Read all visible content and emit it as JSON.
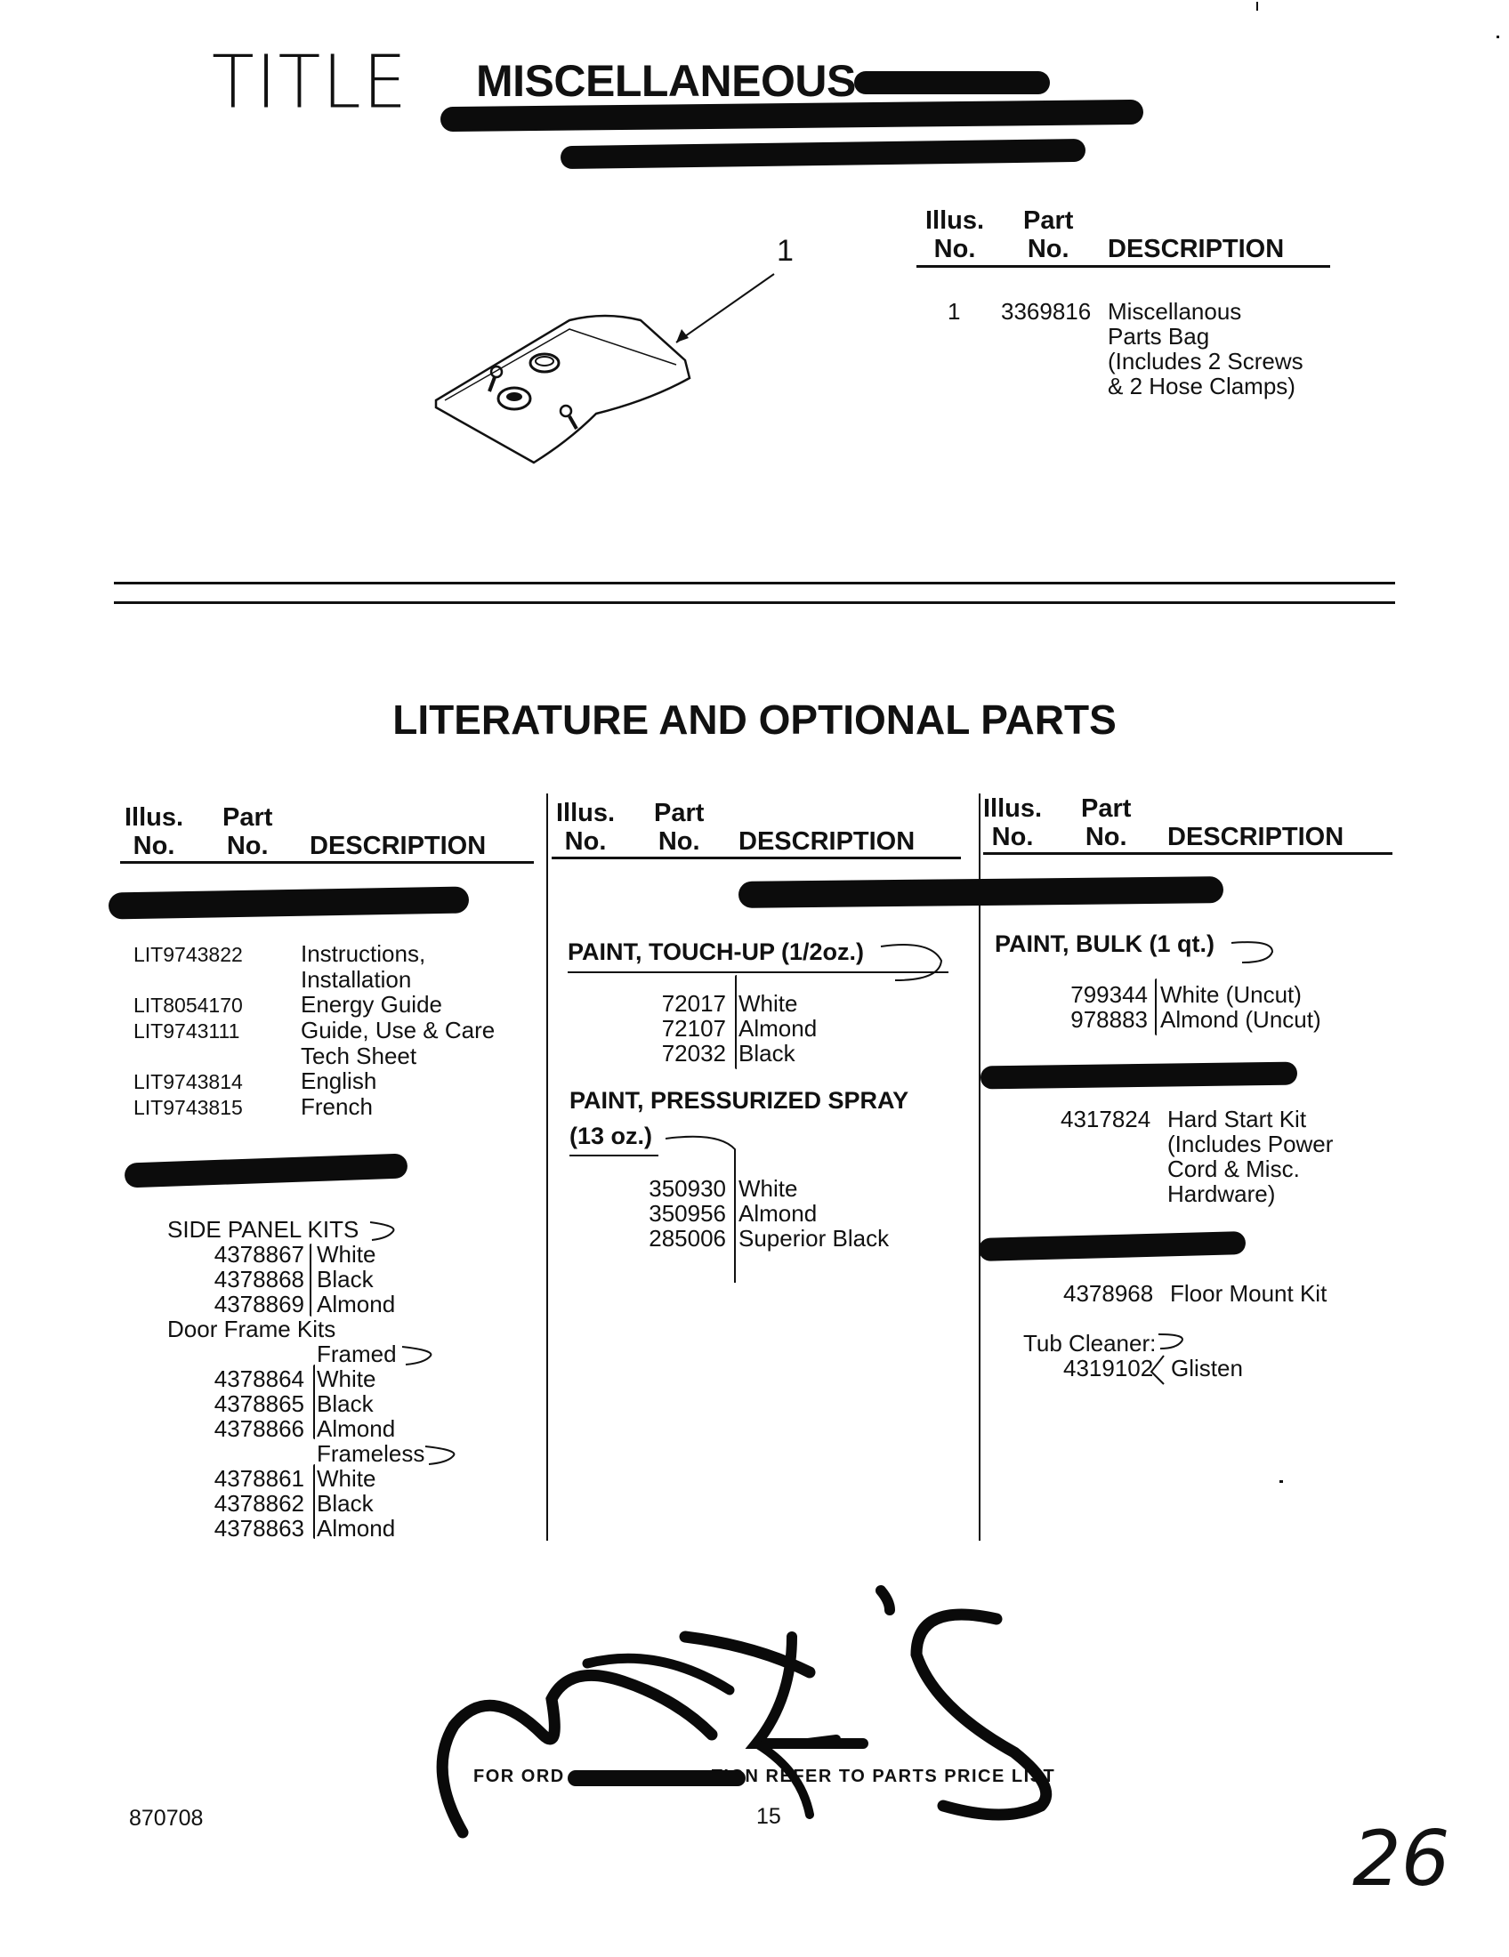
{
  "handwritten_title": "TITLE",
  "misc": {
    "title": "MISCELLANEOUS",
    "header": {
      "illus_line1": "Illus.",
      "illus_line2": "No.",
      "part_line1": "Part",
      "part_line2": "No.",
      "desc": "DESCRIPTION"
    },
    "callout": "1",
    "row": {
      "illus": "1",
      "part": "3369816",
      "desc": [
        "Miscellanous",
        "Parts Bag",
        "(Includes 2 Screws",
        "& 2 Hose Clamps)"
      ]
    }
  },
  "literature": {
    "title": "LITERATURE AND OPTIONAL PARTS",
    "header": {
      "illus_line1": "Illus.",
      "illus_line2": "No.",
      "part_line1": "Part",
      "part_line2": "No.",
      "desc": "DESCRIPTION"
    },
    "col1": {
      "literature_items": [
        {
          "part": "LIT9743822",
          "desc": "Instructions,"
        },
        {
          "part": "",
          "desc": "Installation"
        },
        {
          "part": "LIT8054170",
          "desc": "Energy Guide"
        },
        {
          "part": "LIT9743111",
          "desc": "Guide, Use & Care"
        },
        {
          "part": "",
          "desc": "Tech Sheet"
        },
        {
          "part": "LIT9743814",
          "desc": "English"
        },
        {
          "part": "LIT9743815",
          "desc": "French"
        }
      ],
      "side_panel_label": "SIDE PANEL KITS",
      "side_panel": [
        {
          "part": "4378867",
          "desc": "White"
        },
        {
          "part": "4378868",
          "desc": "Black"
        },
        {
          "part": "4378869",
          "desc": "Almond"
        }
      ],
      "door_frame_label": "Door Frame Kits",
      "framed_label": "Framed",
      "framed": [
        {
          "part": "4378864",
          "desc": "White"
        },
        {
          "part": "4378865",
          "desc": "Black"
        },
        {
          "part": "4378866",
          "desc": "Almond"
        }
      ],
      "frameless_label": "Frameless",
      "frameless": [
        {
          "part": "4378861",
          "desc": "White"
        },
        {
          "part": "4378862",
          "desc": "Black"
        },
        {
          "part": "4378863",
          "desc": "Almond"
        }
      ]
    },
    "col2": {
      "touchup_label": "PAINT, TOUCH-UP (1/2oz.)",
      "touchup": [
        {
          "part": "72017",
          "desc": "White"
        },
        {
          "part": "72107",
          "desc": "Almond"
        },
        {
          "part": "72032",
          "desc": "Black"
        }
      ],
      "spray_label": "PAINT, PRESSURIZED SPRAY",
      "spray_size": "(13 oz.)",
      "spray": [
        {
          "part": "350930",
          "desc": "White"
        },
        {
          "part": "350956",
          "desc": "Almond"
        },
        {
          "part": "285006",
          "desc": "Superior Black"
        }
      ]
    },
    "col3": {
      "bulk_label": "PAINT, BULK (1 qt.)",
      "bulk": [
        {
          "part": "799344",
          "desc": "White (Uncut)"
        },
        {
          "part": "978883",
          "desc": "Almond (Uncut)"
        }
      ],
      "hard_start": {
        "part": "4317824",
        "desc": [
          "Hard Start Kit",
          "(Includes Power",
          "Cord & Misc.",
          "Hardware)"
        ]
      },
      "floor_mount": {
        "part": "4378968",
        "desc": "Floor Mount Kit"
      },
      "tub_cleaner_label": "Tub Cleaner:",
      "tub_cleaner": {
        "part": "4319102",
        "desc": "Glisten"
      }
    }
  },
  "footer": {
    "note": "FOR ORD",
    "note_end": "TION REFER TO PARTS PRICE LIST",
    "code": "870708",
    "page": "15",
    "handwritten_number": "26"
  }
}
